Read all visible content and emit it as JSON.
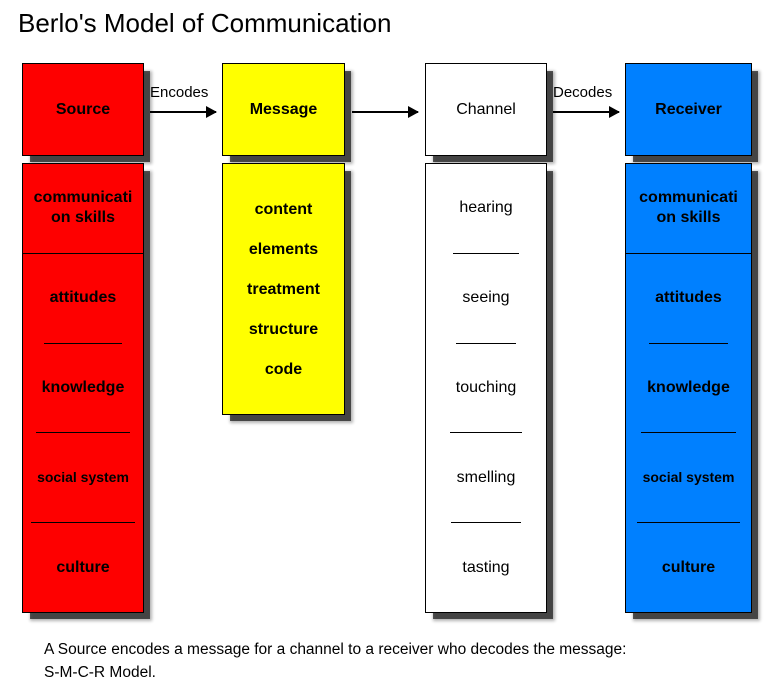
{
  "title": "Berlo's Model of Communication",
  "columns": [
    {
      "key": "source",
      "header": "Source",
      "color": "#FE0000",
      "header_color": "#FE0000",
      "items": [
        "communicati on skills",
        "attitudes",
        "knowledge",
        "social system",
        "culture"
      ]
    },
    {
      "key": "message",
      "header": "Message",
      "color": "#FFFF00",
      "header_color": "#FFFF00",
      "items": [
        "content",
        "elements",
        "treatment",
        "structure",
        "code"
      ]
    },
    {
      "key": "channel",
      "header": "Channel",
      "color": "#FFFFFF",
      "header_color": "#FFFFFF",
      "items": [
        "hearing",
        "seeing",
        "touching",
        "smelling",
        "tasting"
      ]
    },
    {
      "key": "receiver",
      "header": "Receiver",
      "color": "#0080FF",
      "header_color": "#0080FF",
      "items": [
        "communicati on skills",
        "attitudes",
        "knowledge",
        "social system",
        "culture"
      ]
    }
  ],
  "arrows": [
    {
      "key": "encodes",
      "label": "Encodes"
    },
    {
      "key": "message-to-channel",
      "label": ""
    },
    {
      "key": "decodes",
      "label": "Decodes"
    }
  ],
  "caption": {
    "line1": "A Source encodes a message for a channel to a receiver who decodes the message:",
    "line2": "S-M-C-R Model."
  }
}
